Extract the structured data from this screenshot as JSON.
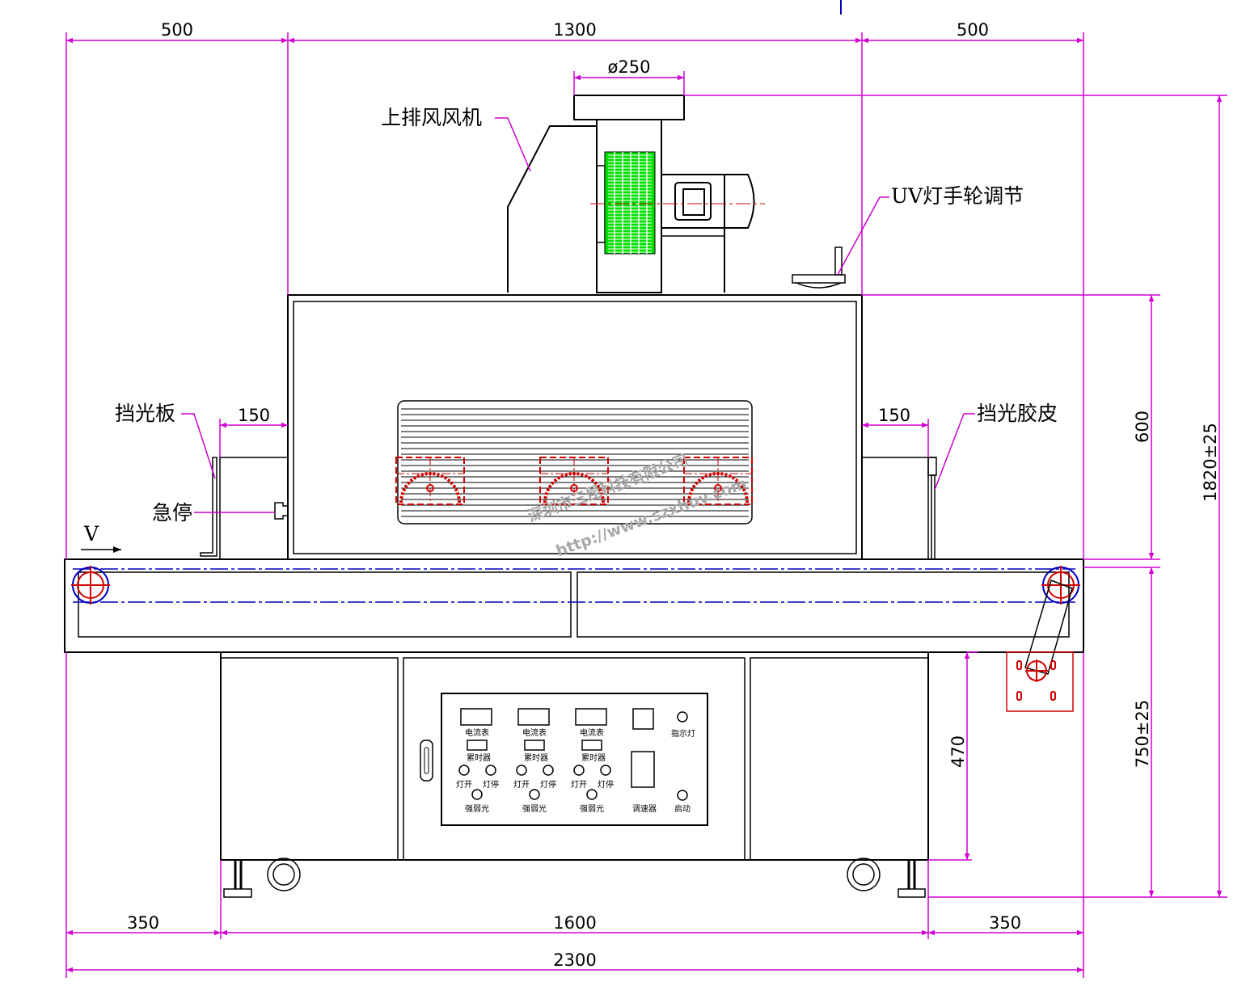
{
  "colors": {
    "dimension": "#d000d0",
    "outline": "#000000",
    "center_line": "#d00000",
    "belt_line": "#0000c0",
    "fan_wheel": "#00e000"
  },
  "dimensions": {
    "top_left": "500",
    "top_center": "1300",
    "top_right": "500",
    "fan_diameter": "ø250",
    "left_shield_width": "150",
    "right_shield_width": "150",
    "hood_height": "600",
    "total_height": "1820±25",
    "cabinet_height": "470",
    "table_height": "750±25",
    "bottom_left": "350",
    "bottom_center": "1600",
    "bottom_right": "350",
    "total_width": "2300"
  },
  "labels": {
    "fan": "上排风风机",
    "uv_handwheel": "UV灯手轮调节",
    "light_shield": "挡光板",
    "light_rubber": "挡光胶皮",
    "emergency_stop": "急停",
    "speed_symbol": "V"
  },
  "panel": {
    "ammeter": "电流表",
    "timer": "累时器",
    "lamp_on": "灯开",
    "lamp_off": "灯停",
    "strong_weak": "强弱光",
    "indicator": "指示灯",
    "speed_regulator": "调速器",
    "start": "启动"
  },
  "watermark": {
    "company": "深圳市三昆科技有限公司",
    "url": "http://www.szxhuv.com"
  }
}
